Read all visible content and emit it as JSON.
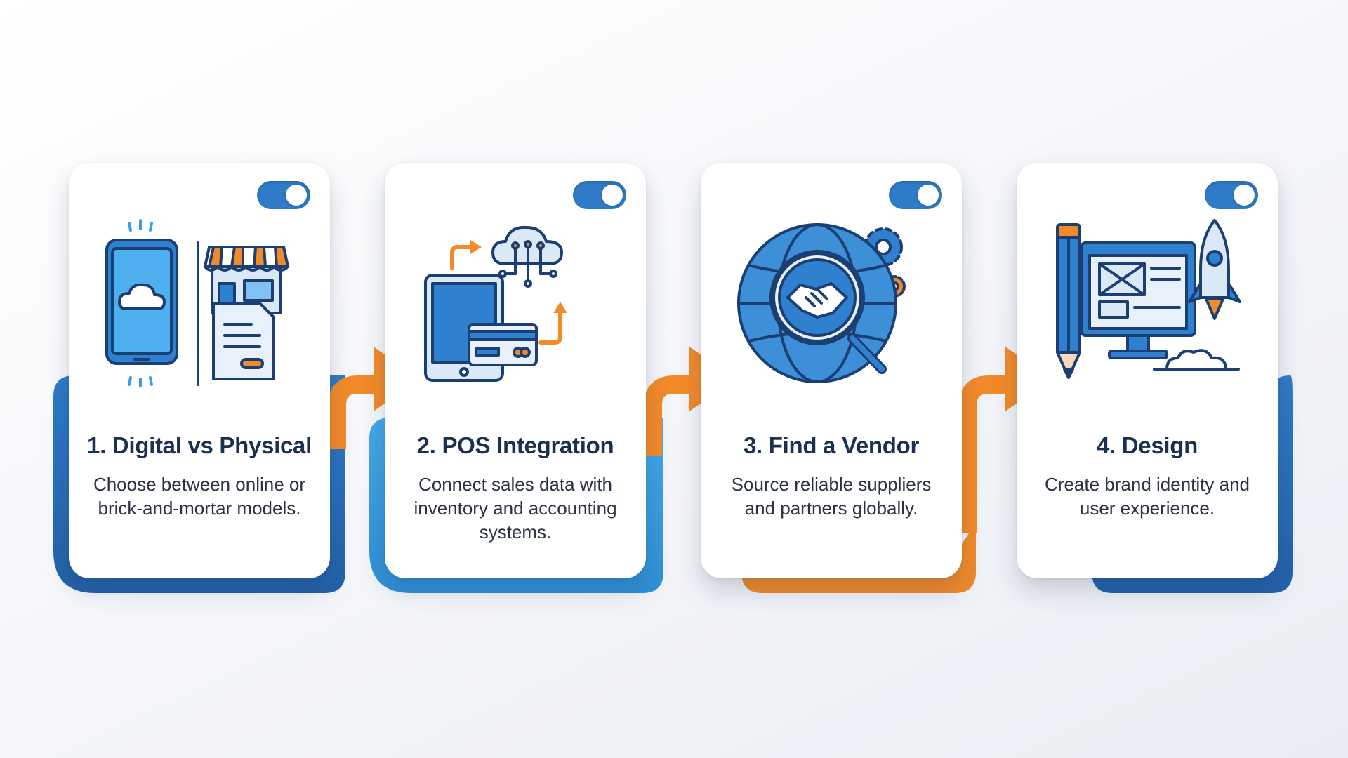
{
  "steps": [
    {
      "title": "1. Digital vs Physical",
      "description": "Choose between online or brick-and-mortar models.",
      "icon": "phone-cloud-storefront-icon",
      "toggle_on": true
    },
    {
      "title": "2. POS Integration",
      "description": "Connect sales data with inventory and accounting systems.",
      "icon": "tablet-card-cloud-icon",
      "toggle_on": true
    },
    {
      "title": "3. Find a Vendor",
      "description": "Source reliable suppliers and partners globally.",
      "icon": "globe-handshake-magnifier-icon",
      "toggle_on": true
    },
    {
      "title": "4. Design",
      "description": "Create brand identity and user experience.",
      "icon": "pencil-monitor-rocket-icon",
      "toggle_on": true
    }
  ],
  "colors": {
    "blue_dark": "#2a6cb5",
    "blue_light": "#3a9de0",
    "orange": "#f28a2a",
    "title_text": "#1b3050",
    "body_text": "#2a3244"
  }
}
